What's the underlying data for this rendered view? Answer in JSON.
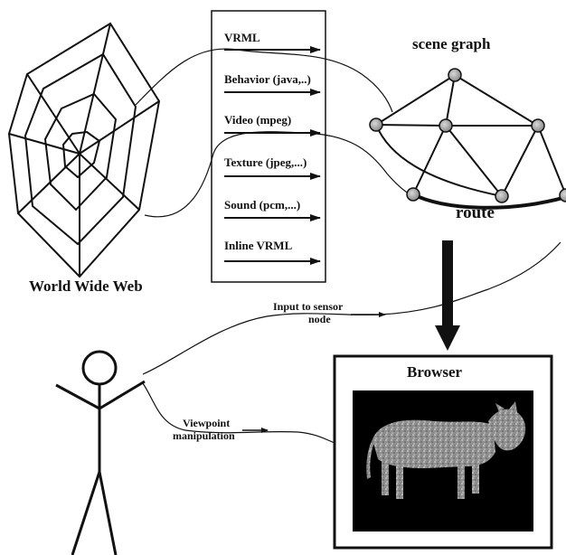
{
  "web": {
    "label": "World Wide Web"
  },
  "streams": [
    {
      "label": "VRML"
    },
    {
      "label": "Behavior (java,..)"
    },
    {
      "label": "Video (mpeg)"
    },
    {
      "label": "Texture (jpeg,...)"
    },
    {
      "label": "Sound (pcm,...)"
    },
    {
      "label": "Inline VRML"
    }
  ],
  "scene": {
    "title": "scene graph",
    "route_label": "route"
  },
  "sensor": {
    "line1": "Input to sensor",
    "line2": "node"
  },
  "viewpoint": {
    "line1": "Viewpoint",
    "line2": "manipulation"
  },
  "browser": {
    "title": "Browser"
  }
}
